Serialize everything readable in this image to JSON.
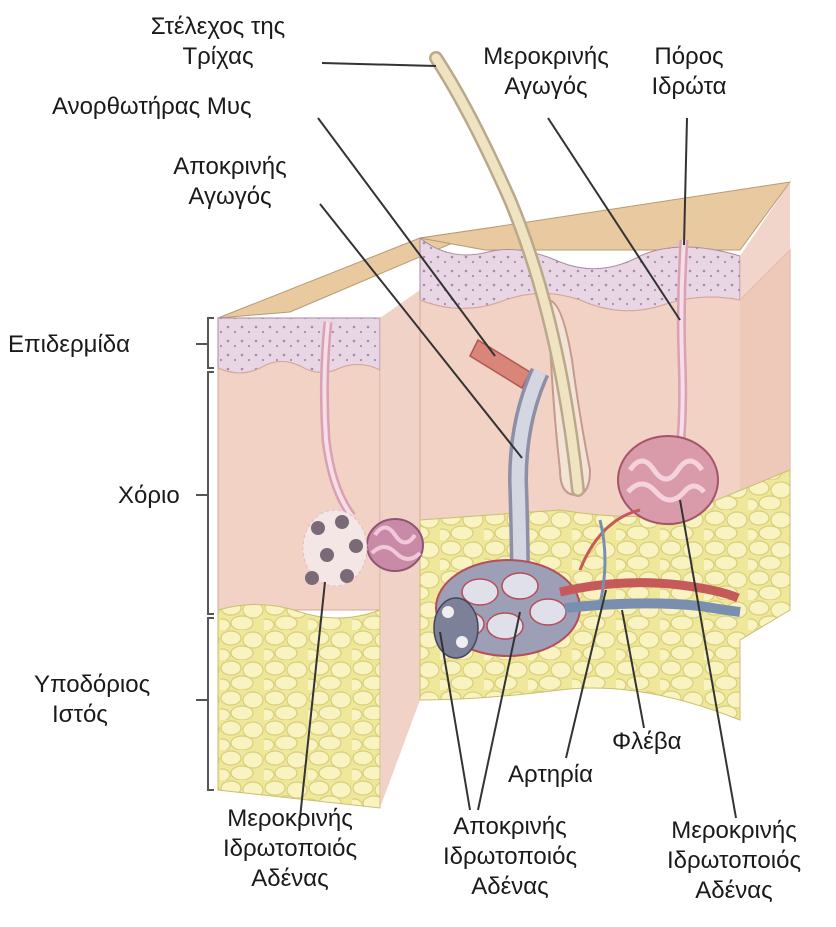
{
  "labels": {
    "hair_shaft": [
      "Στέλεχος της",
      "Τρίχας"
    ],
    "arrector_pili": "Ανορθωτήρας Μυς",
    "apocrine_duct": [
      "Αποκρινής",
      "Αγωγός"
    ],
    "merocrine_duct": [
      "Μεροκρινής",
      "Αγωγός"
    ],
    "sweat_pore": [
      "Πόρος",
      "Ιδρώτα"
    ],
    "epidermis": "Επιδερμίδα",
    "dermis": "Χόριο",
    "hypodermis": [
      "Υποδόριος",
      "Ιστός"
    ],
    "vein": "Φλέβα",
    "artery": "Αρτηρία",
    "merocrine_gland_left": [
      "Μεροκρινής",
      "Ιδρωτοποιός",
      "Αδένας"
    ],
    "apocrine_gland": [
      "Αποκρινής",
      "Ιδρωτοποιός",
      "Αδένας"
    ],
    "merocrine_gland_right": [
      "Μεροκρινής",
      "Ιδρωτοποιός",
      "Αδένας"
    ]
  },
  "colors": {
    "skin_top": "#e8c9a0",
    "epidermis": "#e6d3e0",
    "dermis": "#f2d2c4",
    "fat": "#f3eca6",
    "artery": "#d06a6a",
    "vein": "#7a8fb0",
    "hair": "#eee2c0"
  }
}
